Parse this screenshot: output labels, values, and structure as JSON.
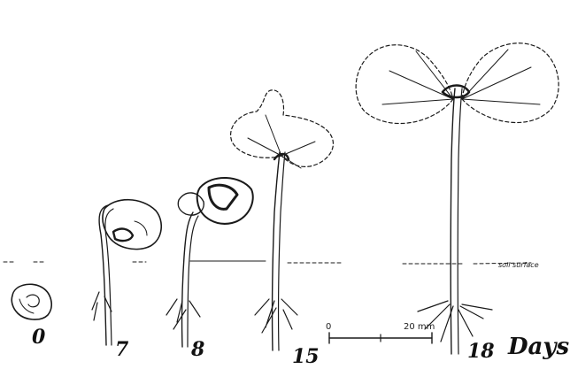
{
  "stage_labels": {
    "day0": "0",
    "day7": "7",
    "day8": "8",
    "day15": "15",
    "day18": "18",
    "unit": "Days"
  },
  "scale_bar": {
    "start_label": "0",
    "end_label": "20 mm"
  },
  "ground_line": {
    "annotation": "soil surface"
  }
}
